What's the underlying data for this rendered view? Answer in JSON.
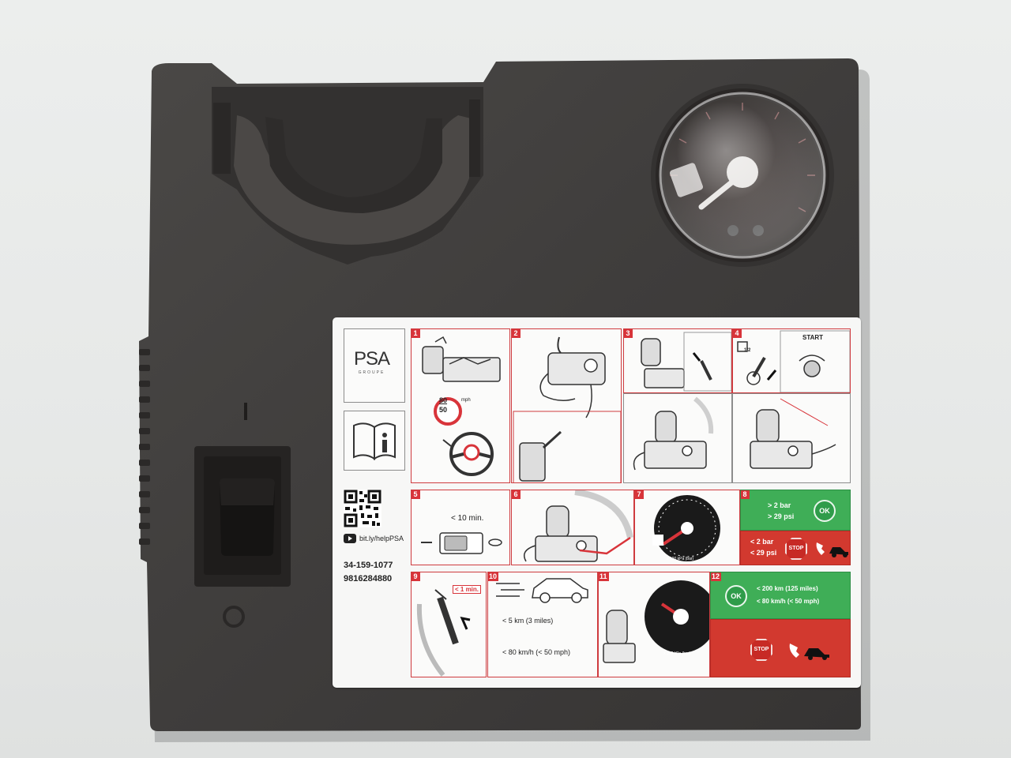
{
  "label": {
    "brand": "PSA",
    "brand_sub": "GROUPE",
    "youtube_link": "bit.ly/helpPSA",
    "part_number": "34-159-1077",
    "serial_number": "9816284880",
    "steps": [
      {
        "n": "1",
        "speed_sign_top": "80",
        "speed_sign_unit": "mph",
        "speed_sign_bottom": "50"
      },
      {
        "n": "2"
      },
      {
        "n": "3"
      },
      {
        "n": "4",
        "start_text": "START",
        "ratio_text": "1/2"
      },
      {
        "n": "5",
        "time_text": "< 10 min."
      },
      {
        "n": "6"
      },
      {
        "n": "7",
        "gauge_text": "x 100 kPa (bar)"
      },
      {
        "n": "8",
        "ok_line1": "> 2 bar",
        "ok_line2": "> 29 psi",
        "stop_line1": "< 2 bar",
        "stop_line2": "< 29 psi",
        "ok_badge": "OK",
        "stop_badge": "STOP"
      },
      {
        "n": "9",
        "time_text": "< 1 min."
      },
      {
        "n": "10",
        "distance_text": "< 5 km (3 miles)",
        "speed_text": "< 80 km/h (< 50 mph)"
      },
      {
        "n": "11",
        "gauge_text": "x 100 kPa (bar)"
      },
      {
        "n": "12",
        "ok_line1": "< 200 km (125 miles)",
        "ok_line2": "< 80 km/h (< 50 mph)",
        "ok_badge": "OK",
        "stop_badge": "STOP"
      }
    ]
  },
  "colors": {
    "housing": "#3e3c3b",
    "label_bg": "#f7f7f6",
    "accent_red": "#d8343a",
    "ok_green": "#3fae57",
    "stop_red": "#d2392f"
  },
  "icons": {
    "info": "info-manual-icon",
    "youtube": "youtube-play-icon",
    "phone": "phone-icon",
    "tow_truck": "tow-truck-icon"
  }
}
